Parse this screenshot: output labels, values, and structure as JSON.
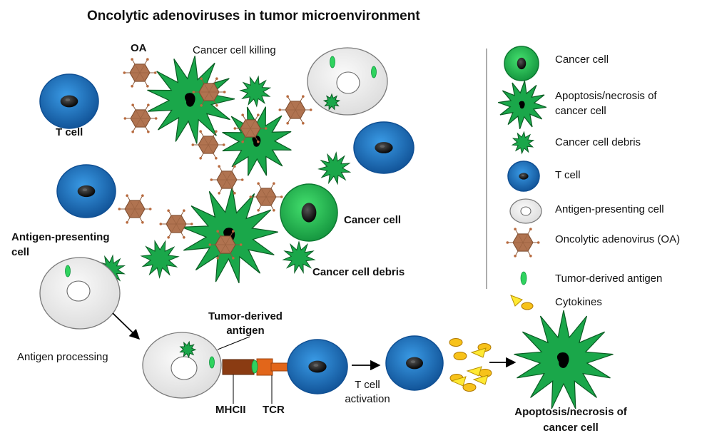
{
  "title": "Oncolytic adenoviruses in tumor microenvironment",
  "labels": {
    "oa": "OA",
    "cancer_cell_killing": "Cancer cell killing",
    "t_cell": "T cell",
    "apc_line1": "Antigen-presenting",
    "apc_line2": "cell",
    "cancer_cell": "Cancer cell",
    "cancer_cell_debris": "Cancer cell debris",
    "antigen_processing": "Antigen processing",
    "tumor_antigen_line1": "Tumor-derived",
    "tumor_antigen_line2": "antigen",
    "mhcii": "MHCII",
    "tcr": "TCR",
    "activation_line1": "T cell",
    "activation_line2": "activation",
    "apoptosis_line1": "Apoptosis/necrosis of",
    "apoptosis_line2": "cancer cell"
  },
  "legend": {
    "items": [
      {
        "icon": "cancer-cell-icon",
        "lines": [
          "Cancer cell"
        ]
      },
      {
        "icon": "apoptotic-cell-icon",
        "lines": [
          "Apoptosis/necrosis of",
          "cancer cell"
        ]
      },
      {
        "icon": "cell-debris-icon",
        "lines": [
          "Cancer cell debris"
        ]
      },
      {
        "icon": "t-cell-icon",
        "lines": [
          "T cell"
        ]
      },
      {
        "icon": "apc-icon",
        "lines": [
          "Antigen-presenting cell"
        ]
      },
      {
        "icon": "adenovirus-icon",
        "lines": [
          "Oncolytic adenovirus (OA)"
        ]
      },
      {
        "icon": "antigen-icon",
        "lines": [
          "Tumor-derived antigen"
        ]
      },
      {
        "icon": "cytokine-icon",
        "lines": [
          "Cytokines"
        ]
      }
    ]
  },
  "colors": {
    "cancer_green": "#1aa74a",
    "cancer_green_light": "#2fd35e",
    "t_cell_blue": "#1e78c8",
    "t_cell_blue_dark": "#0f4f93",
    "apc_gray": "#e6e6e6",
    "virus_brown": "#b07350",
    "mhc_brown": "#8a3b12",
    "tcr_orange": "#e2661a",
    "cytokine_yellow": "#f7c21a"
  }
}
